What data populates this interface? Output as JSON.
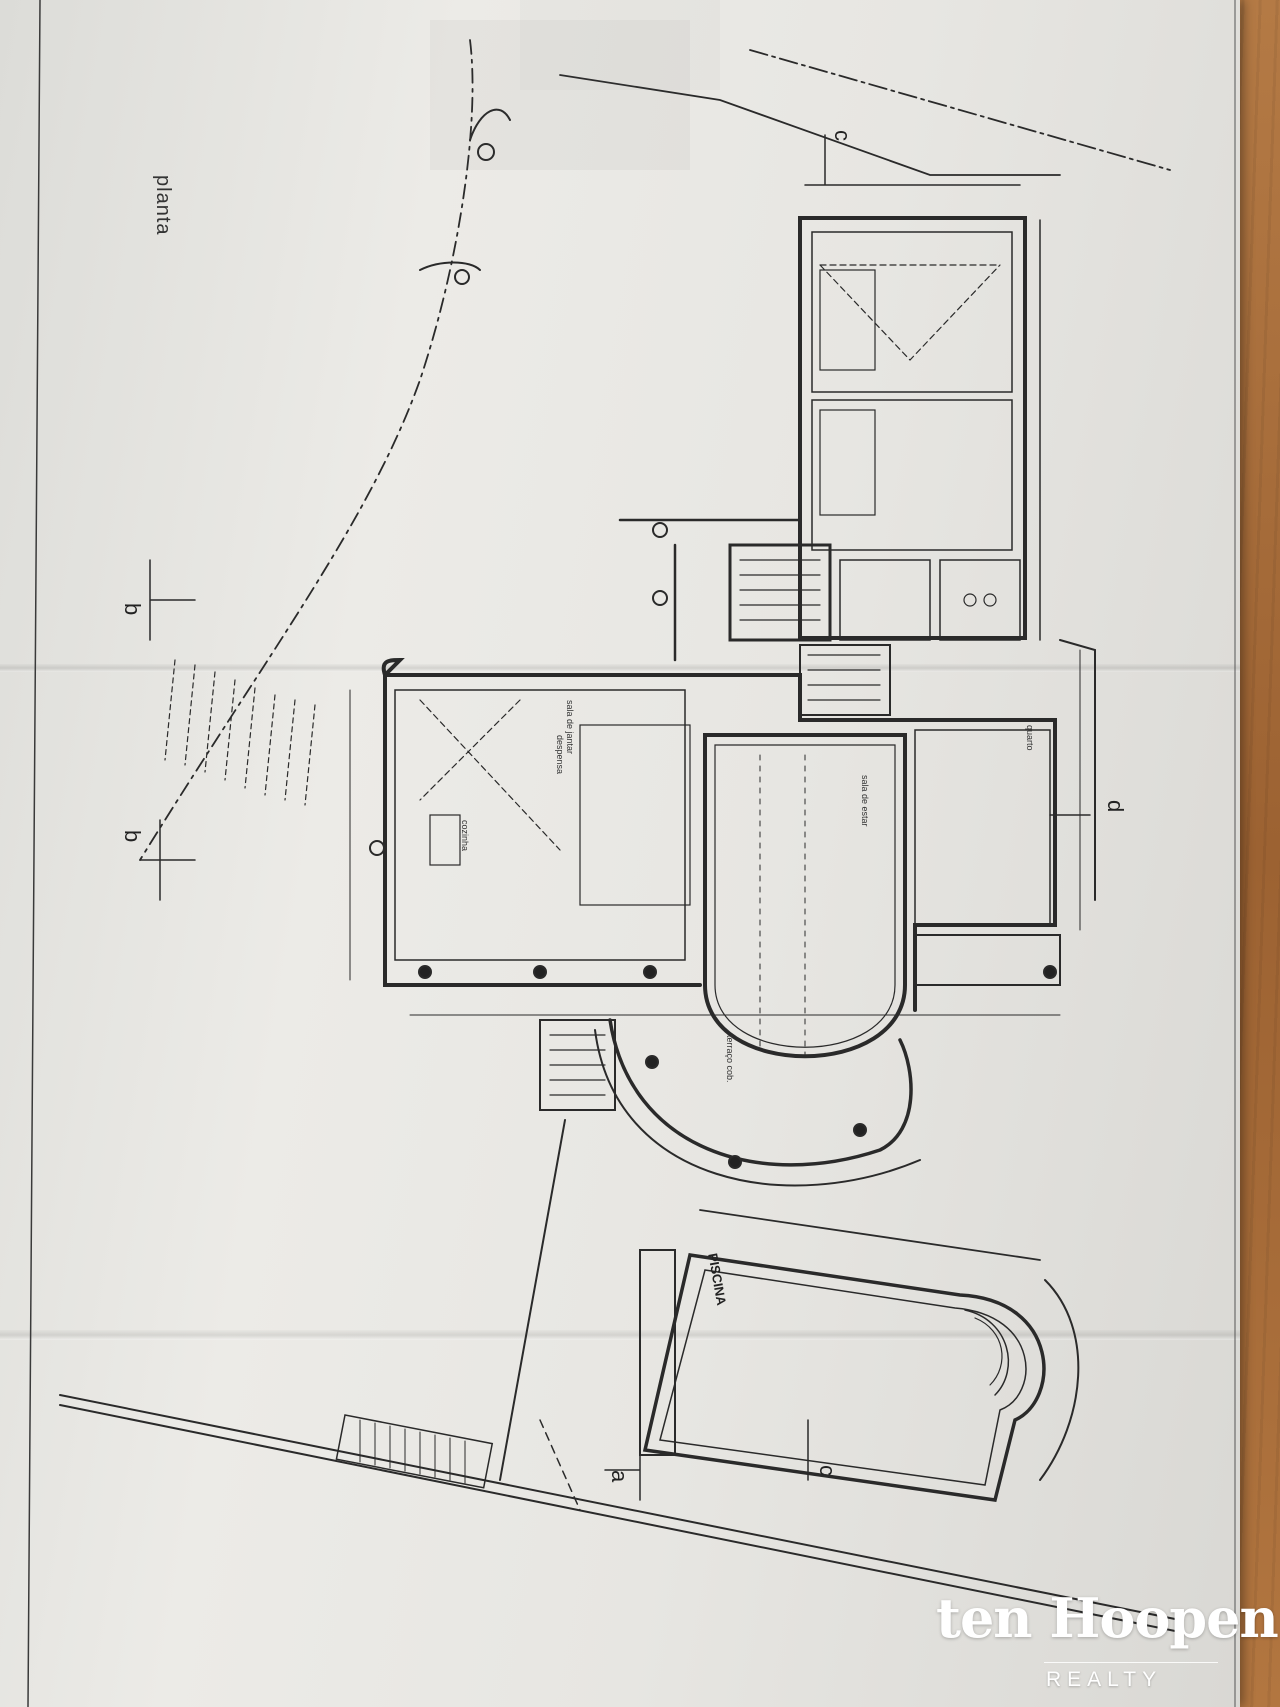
{
  "drawing": {
    "plan_label": "planta",
    "pool_label": "PISCINA",
    "section_marks": [
      "b",
      "b",
      "a",
      "c",
      "c",
      "d"
    ],
    "room_labels": [
      "sala de jantar",
      "despensa",
      "cozinha",
      "quarto",
      "sala de estar",
      "terraço cob."
    ]
  },
  "watermark": {
    "brand": "ten Hoopen",
    "sub": "REALTY"
  }
}
